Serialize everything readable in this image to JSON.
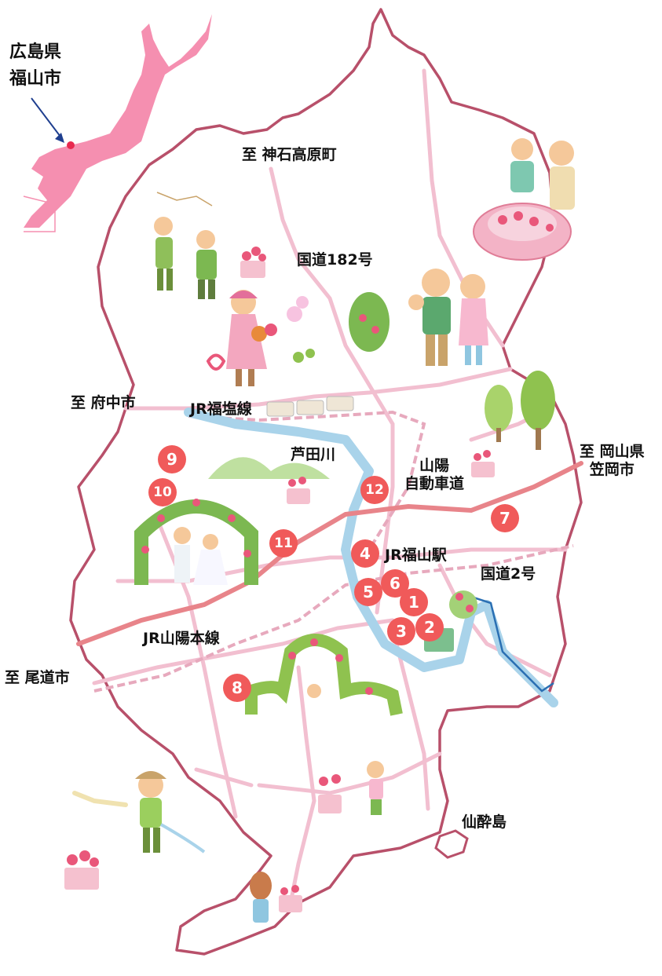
{
  "inset": {
    "prefecture": "広島県",
    "city": "福山市",
    "colors": {
      "japan": "#f58fb0",
      "pin": "#e8294f",
      "arrow": "#1f3f8f"
    }
  },
  "labels": {
    "kannabe": "至 神石高原町",
    "route182": "国道182号",
    "fuchu": "至 府中市",
    "fukuen": "JR福塩線",
    "ashida": "芦田川",
    "sanyo_expressway": "山陽\n自動車道",
    "okayama": "至 岡山県\n笠岡市",
    "fukuyama_station": "JR福山駅",
    "route2": "国道2号",
    "sanyo_line": "JR山陽本線",
    "onomichi": "至 尾道市",
    "senzui": "仙酔島"
  },
  "markers": [
    {
      "id": "1",
      "label": "1"
    },
    {
      "id": "2",
      "label": "2"
    },
    {
      "id": "3",
      "label": "3"
    },
    {
      "id": "4",
      "label": "4"
    },
    {
      "id": "5",
      "label": "5"
    },
    {
      "id": "6",
      "label": "6"
    },
    {
      "id": "7",
      "label": "7"
    },
    {
      "id": "8",
      "label": "8"
    },
    {
      "id": "9",
      "label": "9"
    },
    {
      "id": "10",
      "label": "10"
    },
    {
      "id": "11",
      "label": "11"
    },
    {
      "id": "12",
      "label": "12"
    }
  ],
  "colors": {
    "border": "#b8506a",
    "roads": "#f2bfd0",
    "river": "#a9d3ea",
    "river_edge": "#2a6fb3",
    "expressway": "#e8848a",
    "marker": "#f05a5a",
    "rose": "#e9577a",
    "leaf": "#7cb851"
  },
  "illustrations": [
    "japan-map-icon",
    "rose-garden-couple-icon",
    "musicians-icon",
    "girl-with-roses-icon",
    "family-with-baby-icon",
    "trees-icon",
    "wedding-arch-icon",
    "rose-arch-icon",
    "gardener-icon",
    "flower-pot-icon"
  ]
}
